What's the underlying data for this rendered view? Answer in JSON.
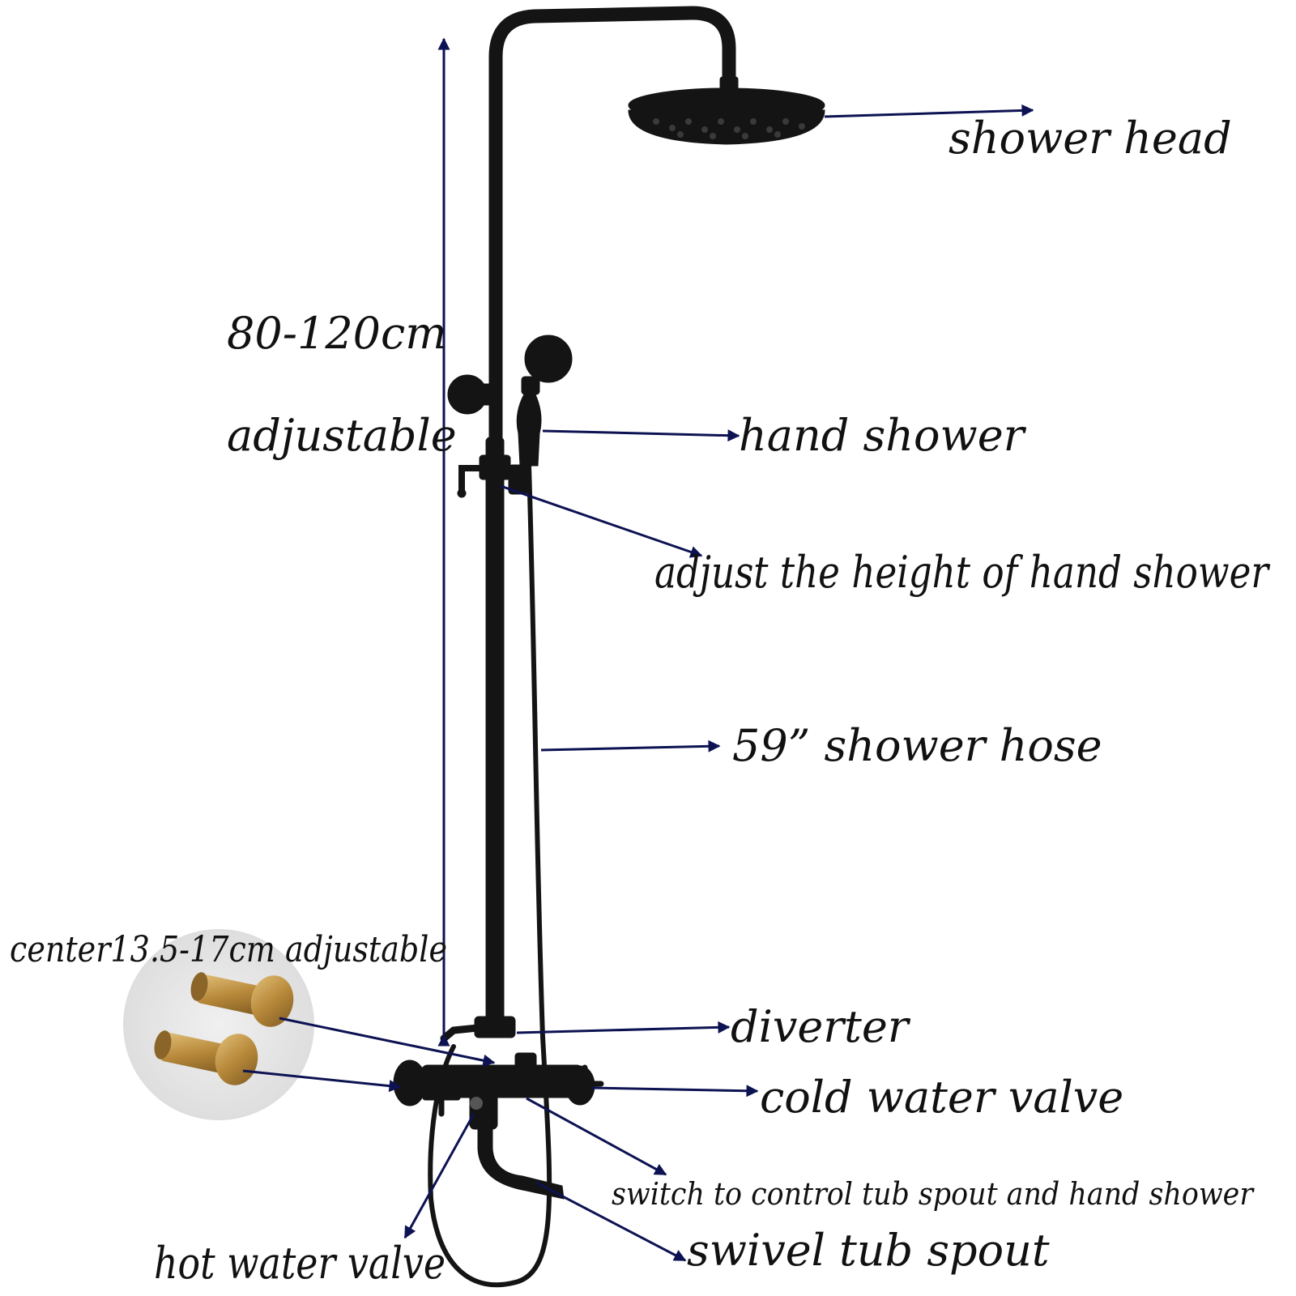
{
  "labels": {
    "shower_head": "shower head",
    "height_range": "80-120cm",
    "height_adjustable": "adjustable",
    "hand_shower": "hand shower",
    "adjust_height": "adjust the height of hand shower",
    "shower_hose": "59” shower hose",
    "center_adjustable": "center13.5-17cm adjustable",
    "diverter": "diverter",
    "cold_water_valve": "cold water valve",
    "switch_control": "switch to control tub spout and hand shower",
    "hot_water_valve": "hot water valve",
    "swivel_tub_spout": "swivel tub spout"
  },
  "colors": {
    "arrow": "#0d1252",
    "fixture": "#141414",
    "brass": "#b8893a",
    "brass_inset_bg": "#e6e6e6",
    "label_text": "#111111"
  }
}
